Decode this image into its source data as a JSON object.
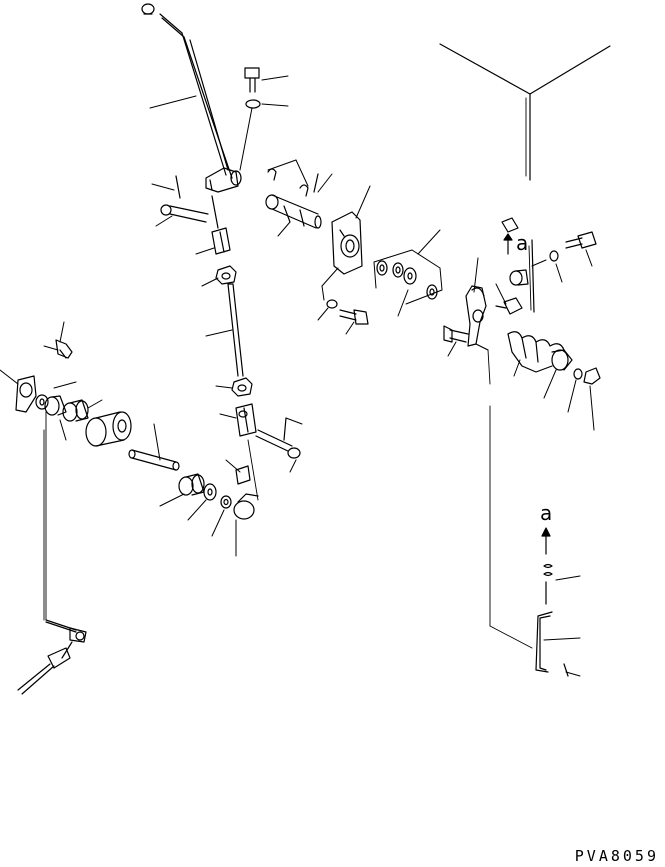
{
  "diagram": {
    "drawing_code": "PVA8059",
    "callouts": [
      {
        "id": "upper",
        "letter": "a"
      },
      {
        "id": "lower",
        "letter": "a"
      }
    ]
  }
}
